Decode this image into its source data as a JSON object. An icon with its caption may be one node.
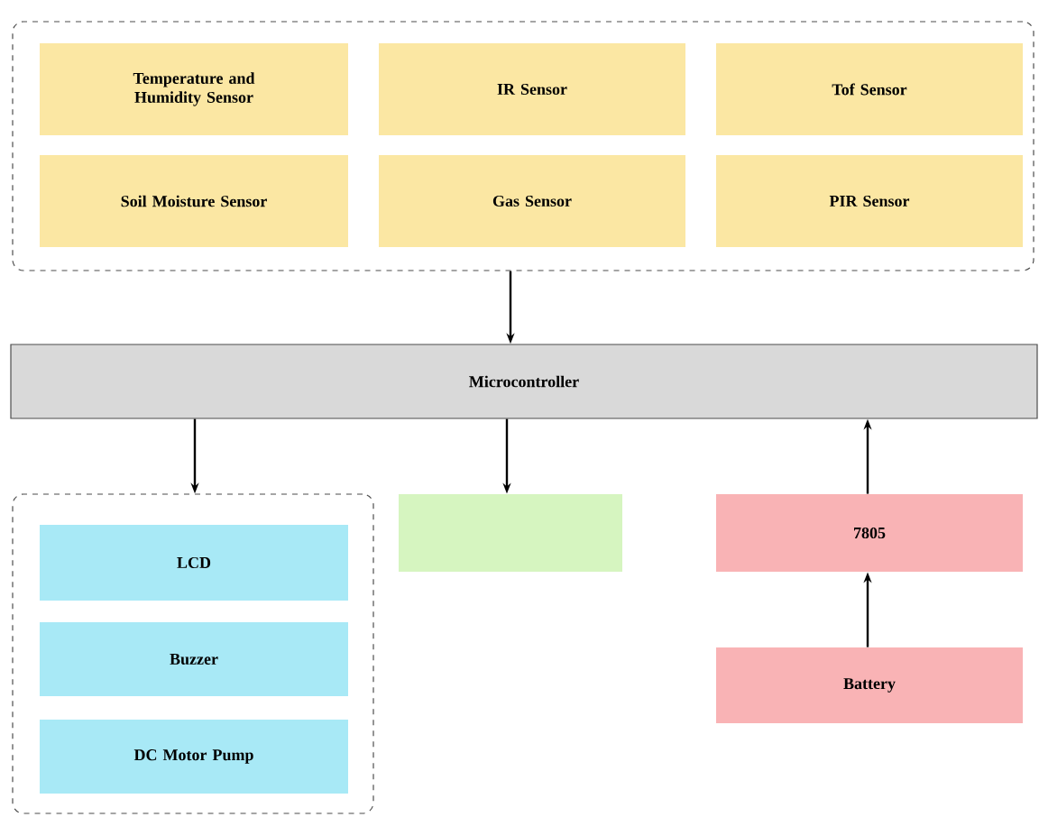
{
  "diagram": {
    "nodes": [
      {
        "text": [],
        "shape": "box"
      },
      {
        "text": [
          "Temperature and Humidity Sensor"
        ],
        "in": 0
      },
      {
        "text": [
          "IR Sensor"
        ],
        "in": 0
      },
      {
        "text": [
          "Tof Sensor"
        ],
        "in": 0
      },
      {
        "text": [
          "Soil Moisture Sensor"
        ],
        "in": 0
      },
      {
        "text": [
          "Gas Sensor"
        ],
        "in": 0
      },
      {
        "text": [
          "PIR Sensor"
        ],
        "in": 0
      },
      {
        "text": [
          "Microcontroller"
        ]
      },
      {
        "text": [],
        "shape": "box"
      },
      {
        "text": [
          "LCD"
        ],
        "in": 8
      },
      {
        "text": [
          "Buzzer"
        ],
        "in": 8
      },
      {
        "text": [
          "DC Motor Pump"
        ],
        "in": 8
      },
      {
        "text": [],
        "shape": "box"
      },
      {
        "text": [
          "7805"
        ]
      },
      {
        "text": [
          "Battery"
        ]
      }
    ],
    "edges": [
      {
        "from": 0,
        "to": 7,
        "arrow": "to"
      },
      {
        "from": 7,
        "to": 8,
        "arrow": "to"
      },
      {
        "from": 7,
        "to": 12,
        "arrow": "to"
      },
      {
        "from": 13,
        "to": 7,
        "arrow": "to"
      },
      {
        "from": 14,
        "to": 13,
        "arrow": "to"
      }
    ]
  }
}
